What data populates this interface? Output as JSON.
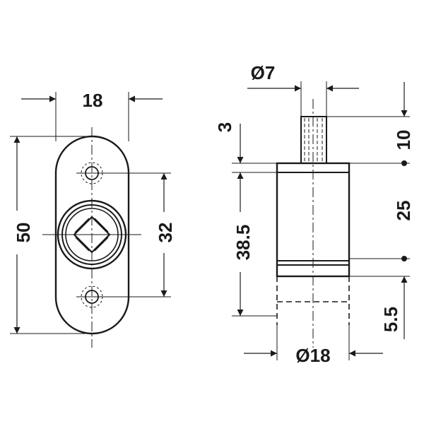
{
  "front_view": {
    "width_label": "18",
    "height_label": "50",
    "hole_spacing_label": "32"
  },
  "side_view": {
    "pin_diameter_label": "Ø7",
    "offset_label": "3",
    "pin_length_label": "10",
    "body_length_label": "38.5",
    "travel_label": "25",
    "extension_label": "5.5",
    "body_diameter_label": "Ø18"
  },
  "colors": {
    "line": "#1a1a1a",
    "background": "#ffffff"
  }
}
